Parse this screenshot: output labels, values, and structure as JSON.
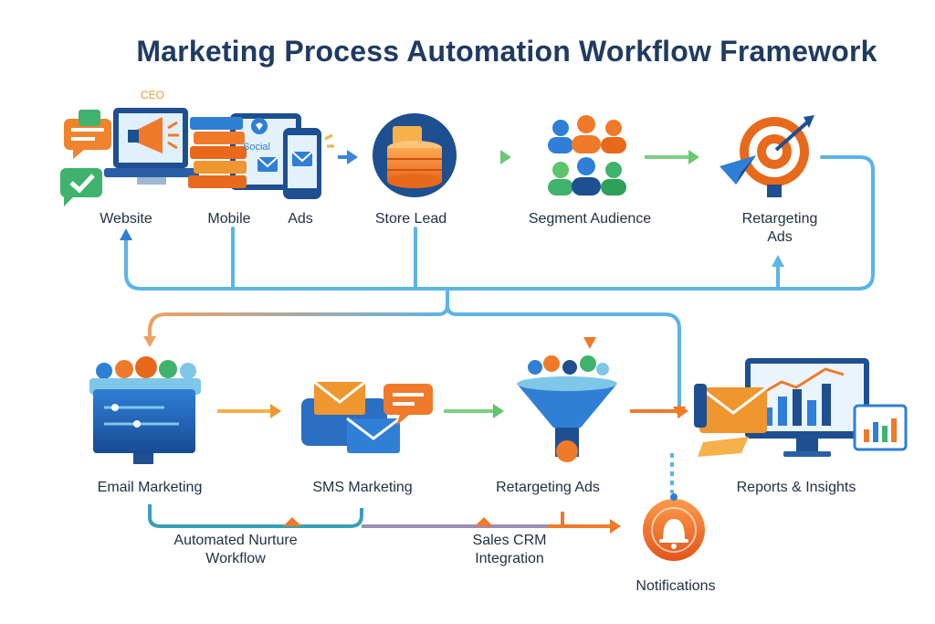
{
  "title": "Marketing Process Automation Workflow Framework",
  "badge": "CEO",
  "social_text": "Social",
  "nodes": {
    "website": "Website",
    "mobile": "Mobile",
    "ads": "Ads",
    "store_lead": "Store Lead",
    "segment_audience": "Segment Audience",
    "retargeting_ads_top": "Retargeting Ads",
    "email_marketing": "Email Marketing",
    "sms_marketing": "SMS Marketing",
    "retargeting_ads": "Retargeting Ads",
    "reports_insights": "Reports & Insights",
    "automated_nurture": "Automated Nurture Workflow",
    "sales_crm": "Sales CRM Integration",
    "notifications": "Notifications"
  },
  "colors": {
    "title": "#1f3b63",
    "blue": "#2f7fd6",
    "light_blue": "#5ab4e8",
    "orange": "#f07a2a",
    "green": "#5cc46b",
    "navy": "#1d4f91"
  },
  "icons": [
    "monitor-megaphone-icon",
    "chat-bubble-icon",
    "check-bubble-icon",
    "tablet-social-icon",
    "phone-mail-icon",
    "database-icon",
    "people-group-icon",
    "target-icon",
    "paper-plane-icon",
    "email-dashboard-icon",
    "sms-envelope-icon",
    "funnel-icon",
    "analytics-monitor-icon",
    "bell-icon"
  ]
}
